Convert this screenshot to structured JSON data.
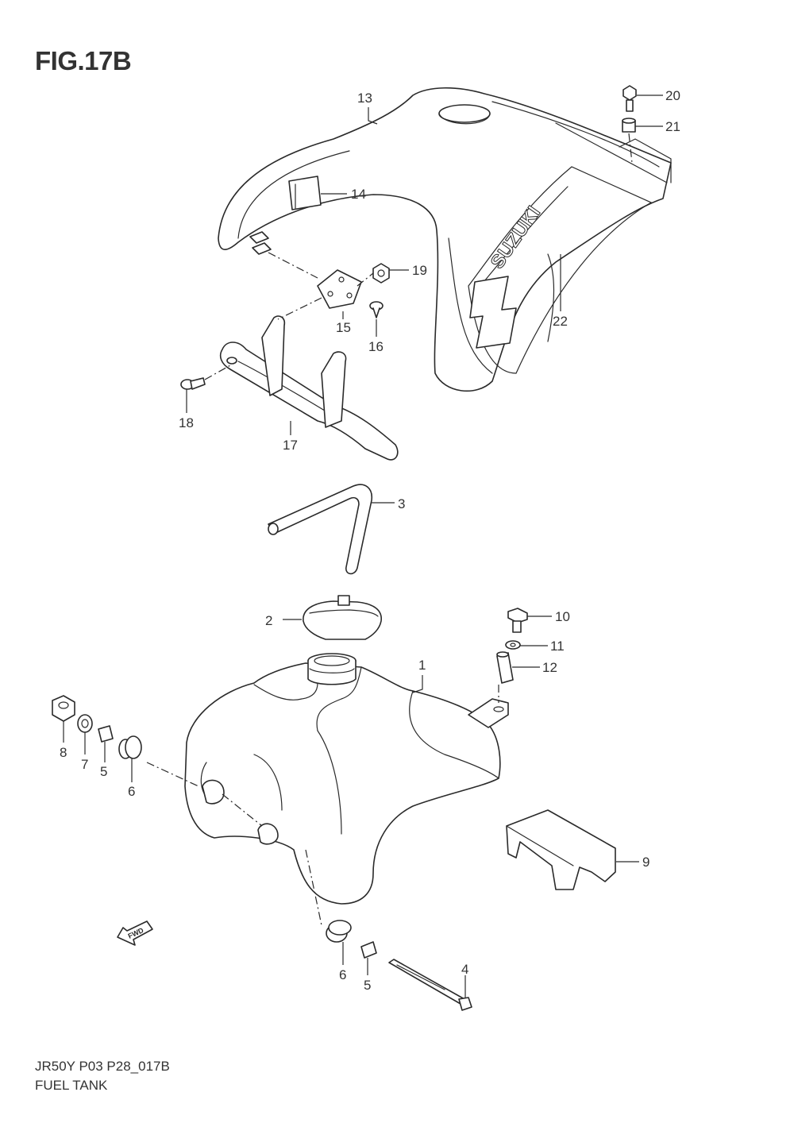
{
  "figure": {
    "title": "FIG.17B",
    "code": "JR50Y P03 P28_017B",
    "name": "FUEL TANK"
  },
  "callouts": [
    "1",
    "2",
    "3",
    "4",
    "5",
    "5",
    "6",
    "6",
    "7",
    "8",
    "9",
    "10",
    "11",
    "12",
    "13",
    "14",
    "15",
    "16",
    "17",
    "18",
    "19",
    "20",
    "21",
    "22"
  ],
  "decals": {
    "brand": "SUZUKI",
    "fwd_arrow": "FWD"
  }
}
